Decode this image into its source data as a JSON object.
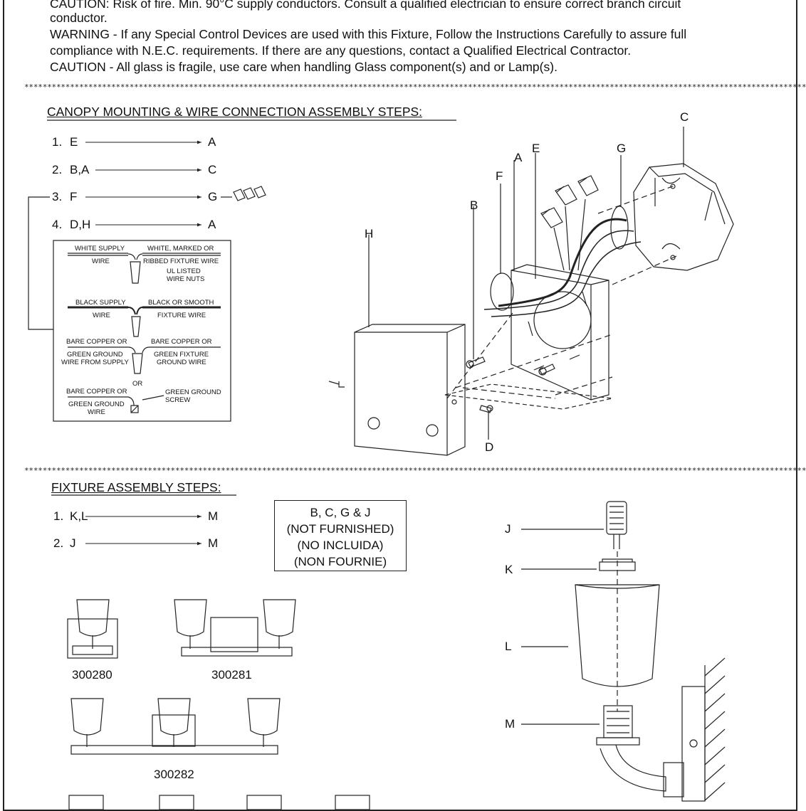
{
  "warnings": [
    "CAUTION: Risk of fire. Min. 90°C supply conductors. Consult a qualified electrician to ensure correct branch circuit",
    "conductor.",
    "WARNING - If any Special Control Devices are used with this Fixture, Follow the Instructions Carefully to assure full",
    "compliance with N.E.C. requirements. If there are any questions, contact a Qualified Electrical Contractor.",
    "CAUTION - All glass is fragile, use care when handling Glass component(s) and or Lamp(s)."
  ],
  "divider": "***************************************************************************************************************************************************************************",
  "canopy": {
    "title": "CANOPY MOUNTING & WIRE CONNECTION ASSEMBLY STEPS:",
    "steps": [
      {
        "num": "1.",
        "parts": "E",
        "target": "A"
      },
      {
        "num": "2.",
        "parts": "B,A",
        "target": "C"
      },
      {
        "num": "3.",
        "parts": "F",
        "target": "G"
      },
      {
        "num": "4.",
        "parts": "D,H",
        "target": "A"
      }
    ],
    "wiring": {
      "white_supply": "WHITE SUPPLY",
      "white_marked": "WHITE, MARKED OR",
      "wire": "WIRE",
      "ribbed": "RIBBED FIXTURE WIRE",
      "ul_listed": "UL LISTED",
      "wire_nuts": "WIRE NUTS",
      "black_supply": "BLACK SUPPLY",
      "black_smooth": "BLACK OR SMOOTH",
      "fixture_wire": "FIXTURE WIRE",
      "bare_copper_or": "BARE COPPER OR",
      "green_ground_supply_1": "GREEN GROUND",
      "green_ground_supply_2": "WIRE FROM SUPPLY",
      "green_fixture": "GREEN FIXTURE",
      "ground_wire": "GROUND WIRE",
      "or": "OR",
      "green_ground_wire_1": "GREEN GROUND",
      "green_ground_wire_2": "WIRE",
      "green_ground_screw_1": "GREEN GROUND",
      "green_ground_screw_2": "SCREW"
    },
    "diagram_labels": {
      "c": "C",
      "a": "A",
      "e": "E",
      "g": "G",
      "f": "F",
      "b": "B",
      "h": "H",
      "d": "D"
    }
  },
  "fixture": {
    "title": "FIXTURE ASSEMBLY STEPS:",
    "steps": [
      {
        "num": "1.",
        "parts": "K,L",
        "target": "M"
      },
      {
        "num": "2.",
        "parts": "J",
        "target": "M"
      }
    ],
    "not_furnished": [
      "B, C, G & J",
      "(NOT FURNISHED)",
      "(NO INCLUIDA)",
      "(NON FOURNIE)"
    ],
    "models": [
      "300280",
      "300281",
      "300282"
    ],
    "part_labels": {
      "j": "J",
      "k": "K",
      "l": "L",
      "m": "M"
    }
  }
}
